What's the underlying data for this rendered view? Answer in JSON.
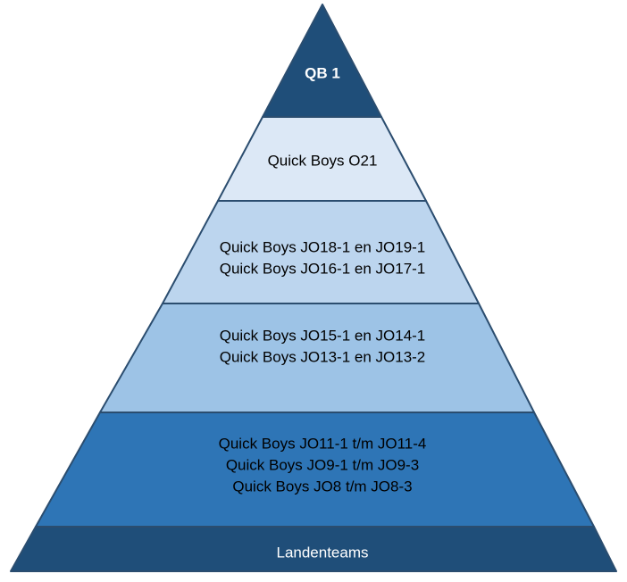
{
  "pyramid": {
    "tiers": [
      {
        "lines": [
          "QB 1"
        ],
        "fill": "#1f4e79",
        "text_color": "#ffffff",
        "bold": true
      },
      {
        "lines": [
          "Quick Boys O21"
        ],
        "fill": "#dce8f6",
        "text_color": "#000000",
        "bold": false
      },
      {
        "lines": [
          "Quick Boys JO18-1 en JO19-1",
          "Quick Boys JO16-1 en JO17-1"
        ],
        "fill": "#bcd5ee",
        "text_color": "#000000",
        "bold": false
      },
      {
        "lines": [
          "Quick Boys JO15-1 en JO14-1",
          "Quick Boys JO13-1 en JO13-2"
        ],
        "fill": "#9dc3e6",
        "text_color": "#000000",
        "bold": false
      },
      {
        "lines": [
          "Quick Boys JO11-1 t/m JO11-4",
          "Quick Boys JO9-1 t/m JO9-3",
          "Quick Boys JO8 t/m JO8-3"
        ],
        "fill": "#2e75b6",
        "text_color": "#000000",
        "bold": false
      },
      {
        "lines": [
          "Landenteams"
        ],
        "fill": "#1f4e79",
        "text_color": "#ffffff",
        "bold": false
      }
    ]
  }
}
